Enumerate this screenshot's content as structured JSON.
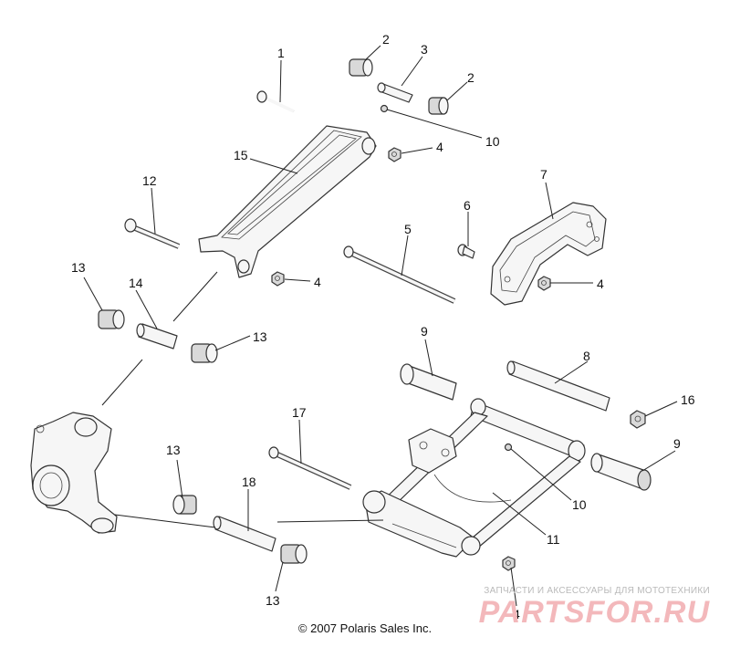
{
  "diagram": {
    "copyright": "© 2007 Polaris Sales Inc.",
    "watermark": {
      "caption": "ЗАПЧАСТИ И АКСЕССУАРЫ ДЛЯ МОТОТЕХНИКИ",
      "logo": "PARTSFOR.RU"
    },
    "callouts": [
      {
        "id": "c1",
        "text": "1"
      },
      {
        "id": "c2a",
        "text": "2"
      },
      {
        "id": "c3",
        "text": "3"
      },
      {
        "id": "c2b",
        "text": "2"
      },
      {
        "id": "c10a",
        "text": "10"
      },
      {
        "id": "c15",
        "text": "15"
      },
      {
        "id": "c4a",
        "text": "4"
      },
      {
        "id": "c7",
        "text": "7"
      },
      {
        "id": "c12",
        "text": "12"
      },
      {
        "id": "c6",
        "text": "6"
      },
      {
        "id": "c5",
        "text": "5"
      },
      {
        "id": "c13a",
        "text": "13"
      },
      {
        "id": "c14",
        "text": "14"
      },
      {
        "id": "c4b",
        "text": "4"
      },
      {
        "id": "c4c",
        "text": "4"
      },
      {
        "id": "c13b",
        "text": "13"
      },
      {
        "id": "c9a",
        "text": "9"
      },
      {
        "id": "c8",
        "text": "8"
      },
      {
        "id": "c16",
        "text": "16"
      },
      {
        "id": "c17",
        "text": "17"
      },
      {
        "id": "c9b",
        "text": "9"
      },
      {
        "id": "c13c",
        "text": "13"
      },
      {
        "id": "c18",
        "text": "18"
      },
      {
        "id": "c10b",
        "text": "10"
      },
      {
        "id": "c11",
        "text": "11"
      },
      {
        "id": "c13d",
        "text": "13"
      },
      {
        "id": "c4d",
        "text": "4"
      }
    ]
  }
}
